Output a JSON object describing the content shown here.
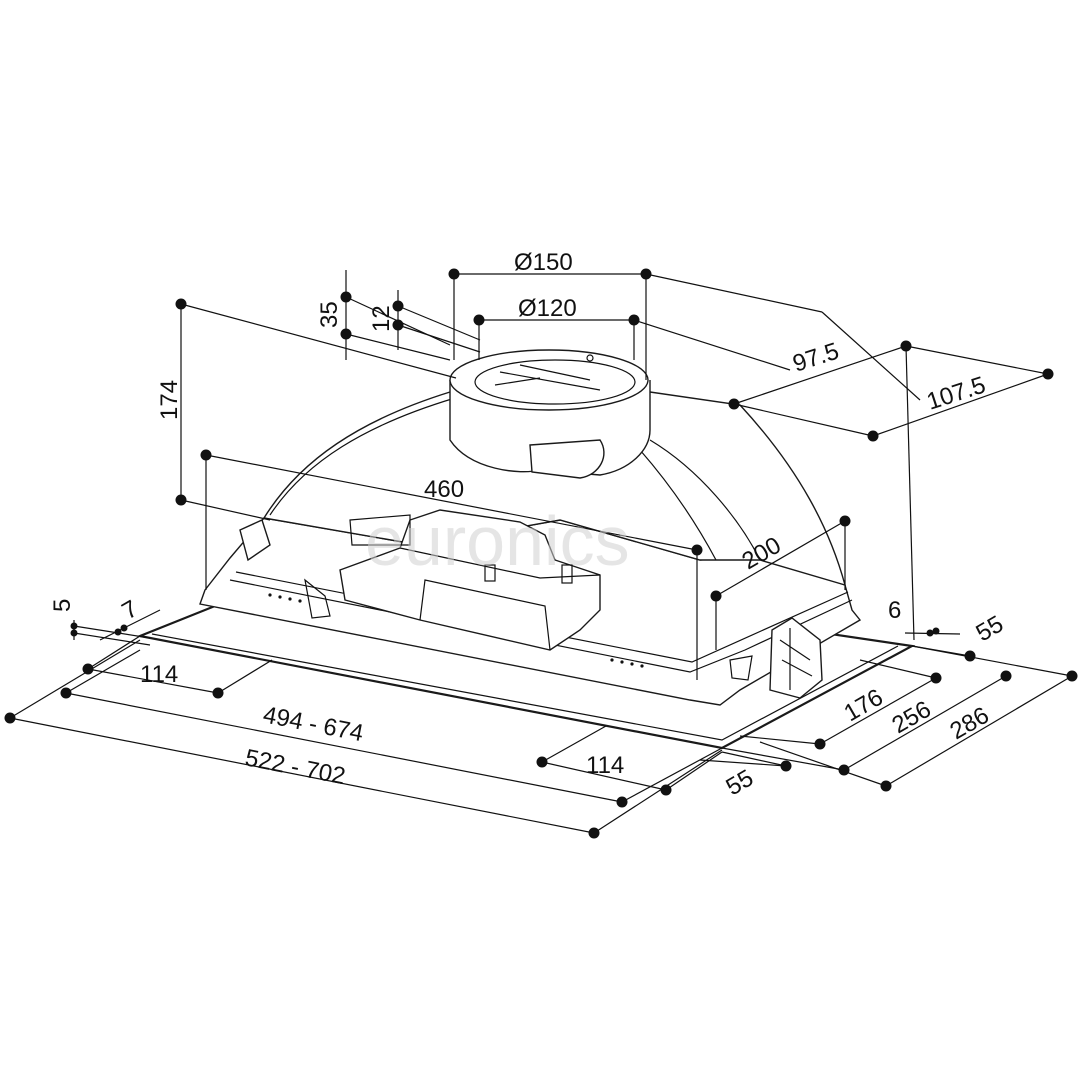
{
  "watermark": "euronics",
  "dimensions": {
    "d150": "Ø150",
    "d120": "Ø120",
    "v35": "35",
    "v12": "12",
    "v174": "174",
    "v97_5": "97.5",
    "v107_5": "107.5",
    "v460": "460",
    "v200": "200",
    "v5": "5",
    "v7": "7",
    "v6": "6",
    "v55_right": "55",
    "v114_left": "114",
    "v494_674": "494 - 674",
    "v522_702": "522 - 702",
    "v114_bottom": "114",
    "v55_bottom": "55",
    "v176": "176",
    "v256": "256",
    "v286": "286"
  },
  "colors": {
    "ink": "#111111",
    "watermark": "#d0d0d0"
  }
}
